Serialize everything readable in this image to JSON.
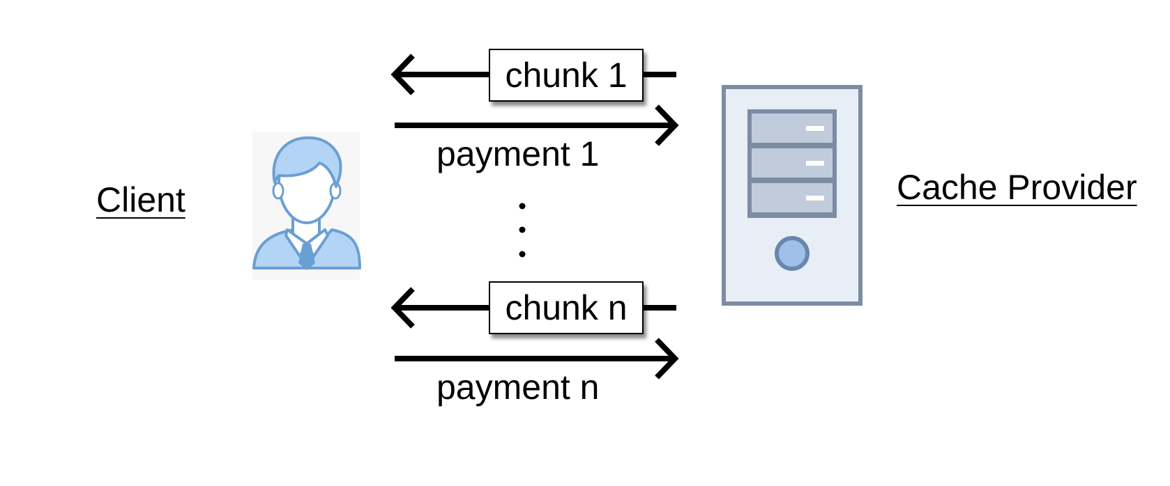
{
  "diagram": {
    "client": {
      "label": "Client",
      "icon": "person-icon"
    },
    "provider": {
      "label": "Cache Provider",
      "icon": "server-icon"
    },
    "messages": [
      {
        "label": "chunk 1",
        "direction": "provider-to-client"
      },
      {
        "label": "payment 1",
        "direction": "client-to-provider"
      },
      {
        "label": "chunk n",
        "direction": "provider-to-client"
      },
      {
        "label": "payment n",
        "direction": "client-to-provider"
      }
    ],
    "colors": {
      "arrow": "#000000",
      "person_fill": "#b3d4f5",
      "person_stroke": "#6a9fd3",
      "server_body": "#e8eef6",
      "server_stroke": "#7b8ca3",
      "server_drive": "#c0cbdc",
      "server_button": "#9fbfe8"
    }
  }
}
